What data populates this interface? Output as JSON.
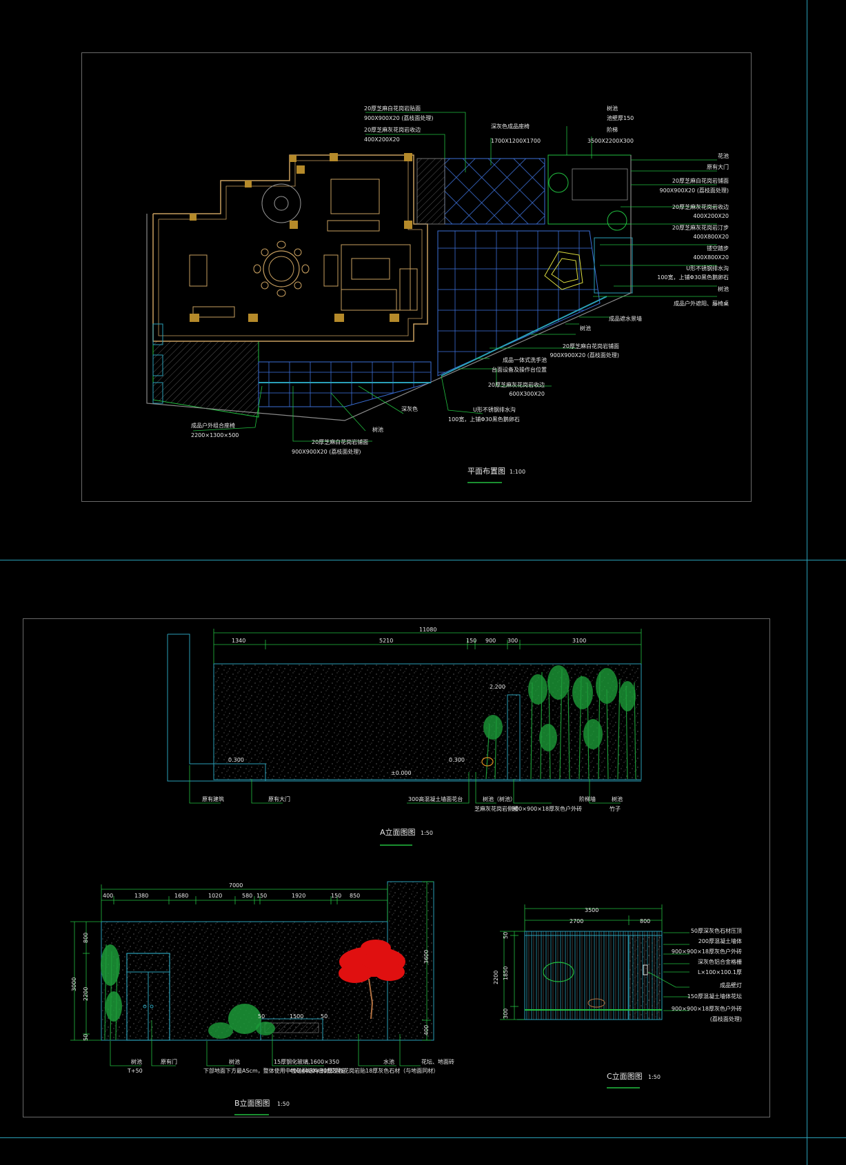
{
  "plan": {
    "title": "平面布置图",
    "scale": "1:100",
    "labels_top": [
      {
        "l1": "20厚芝麻白花岗岩贴面",
        "l2": "900X900X20 (荔枝面处理)"
      },
      {
        "l1": "20厚芝麻灰花岗岩收边",
        "l2": "400X200X20"
      },
      {
        "l1": "深灰色成品座椅",
        "l2": "1700X1200X1700"
      },
      {
        "l1": "树池",
        "l2": "池壁厚150"
      },
      {
        "l1": "阶梯",
        "l2": "3500X2200X300"
      }
    ],
    "labels_right": [
      {
        "l1": "花池"
      },
      {
        "l1": "原有大门"
      },
      {
        "l1": "20厚芝麻白花岗岩铺面",
        "l2": "900X900X20 (荔枝面处理)"
      },
      {
        "l1": "20厚芝麻灰花岗岩收边",
        "l2": "400X200X20"
      },
      {
        "l1": "20厚芝麻灰花岗岩汀步",
        "l2": "400X800X20"
      },
      {
        "l1": "镂空踏步",
        "l2": "400X800X20"
      },
      {
        "l1": "U形不锈钢排水沟",
        "l2": "100宽，上铺Φ30黑色鹅卵石"
      },
      {
        "l1": "树池"
      },
      {
        "l1": "成品户外遮阳、藤椅桌"
      },
      {
        "l1": "成品遮水景墙"
      },
      {
        "l1": "树池"
      },
      {
        "l1": "20厚芝麻白花岗岩铺面",
        "l2": "900X900X20 (荔枝面处理)"
      },
      {
        "l1": "成品一体式洗手池"
      },
      {
        "l1": "台面设备及操作台位置"
      },
      {
        "l1": "20厚芝麻灰花岗岩收边",
        "l2": "600X300X20"
      }
    ],
    "labels_bottom": [
      {
        "l1": "深灰色"
      },
      {
        "l1": "U形不锈钢排水沟",
        "l2": "100宽，上铺Φ30黑色鹅卵石"
      },
      {
        "l1": "树池"
      },
      {
        "l1": "20厚芝麻白花岗岩铺面",
        "l2": "900X900X20 (荔枝面处理)"
      },
      {
        "l1": "成品户外组合座椅",
        "l2": "2200×1300×500"
      }
    ]
  },
  "elevA": {
    "title": "A立面图图",
    "scale": "1:50",
    "total": "11080",
    "dims": [
      "1340",
      "5210",
      "150",
      "900",
      "300",
      "3100"
    ],
    "levels": [
      "0.300",
      "±0.000",
      "0.300",
      "2.200"
    ],
    "notes": [
      "原有建筑",
      "原有大门",
      "300高混凝土墙面花台",
      "树池（树池）",
      "芝麻灰花岗岩侧壁",
      "900×900×18厚灰色户外砖",
      "阶梯墙",
      "树池",
      "竹子"
    ]
  },
  "elevB": {
    "title": "B立面图图",
    "scale": "1:50",
    "total": "7000",
    "dims": [
      "400",
      "1380",
      "1680",
      "1020",
      "580",
      "150",
      "1920",
      "150",
      "850"
    ],
    "left_dims": [
      "800",
      "2200",
      "50",
      "3000"
    ],
    "right_dims": [
      "3600",
      "400"
    ],
    "small_dims": [
      "50",
      "1500",
      "50"
    ],
    "notes": [
      {
        "l1": "树池",
        "l2": "T+50"
      },
      {
        "l1": "原有门"
      },
      {
        "l1": "树池",
        "l2": "下部地面下方最AScm，整体使用中性硅酮结构密封胶固定"
      },
      {
        "l1": "15厚钢化玻璃,1600×350"
      },
      {
        "l1": "水池",
        "l2": "400×400×30厚灰色花岗岩贴18厚灰色石材（与地面同材）"
      },
      {
        "l1": "花坛、地面砖"
      }
    ]
  },
  "elevC": {
    "title": "C立面图图",
    "scale": "1:50",
    "total": "3500",
    "dims": [
      "2700",
      "800"
    ],
    "left_dims": [
      "50",
      "1850",
      "2200",
      "300"
    ],
    "notes": [
      "50厚深灰色石材压顶",
      "200厚混凝土墙体",
      "900×900×18厚灰色户外砖",
      "深灰色铝合金格栅",
      "L×100×100.1厚",
      "成品壁灯",
      "150厚混凝土墙体花坛",
      "900×900×18厚灰色户外砖",
      "(荔枝面处理)"
    ]
  },
  "colors": {
    "frame": "#6a6a6a",
    "cyan": "#2aa0b8",
    "green": "#22c040",
    "wall": "#c9a060",
    "blue": "#3b6fd6",
    "red": "#e01010",
    "bamboo": "#1c9a38"
  }
}
